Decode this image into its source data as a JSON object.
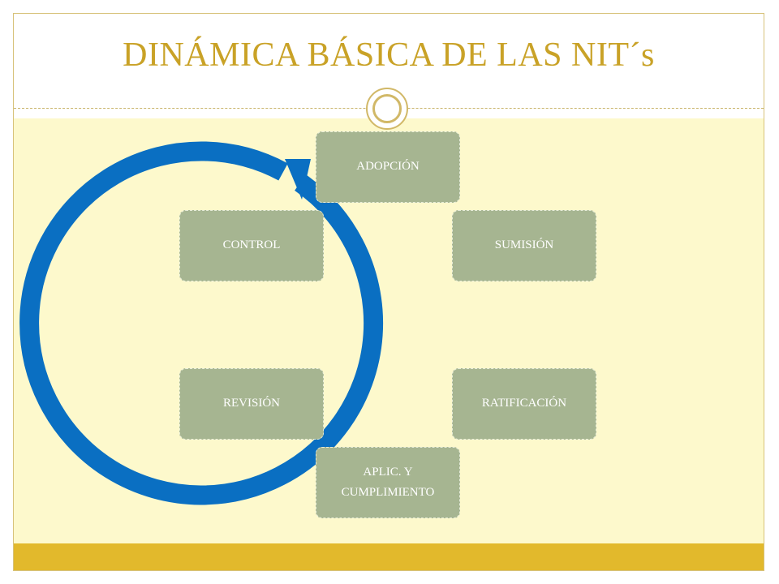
{
  "slide": {
    "title": "DINÁMICA BÁSICA DE LAS NIT´s"
  },
  "diagram": {
    "type": "cycle",
    "nodes": [
      {
        "id": "adopcion",
        "label": "ADOPCIÓN"
      },
      {
        "id": "sumision",
        "label": "SUMISIÓN"
      },
      {
        "id": "ratificacion",
        "label": "RATIFICACIÓN"
      },
      {
        "id": "aplicacion",
        "label_line1": "APLIC. Y",
        "label_line2": "CUMPLIMIENTO"
      },
      {
        "id": "revision",
        "label": "REVISIÓN"
      },
      {
        "id": "control",
        "label": "CONTROL"
      }
    ],
    "colors": {
      "arrow": "#0a6fc2",
      "node_fill": "#a6b591",
      "title": "#c9a227",
      "content_background": "#fdf9cc",
      "footer_bar": "#e2b92c"
    }
  }
}
